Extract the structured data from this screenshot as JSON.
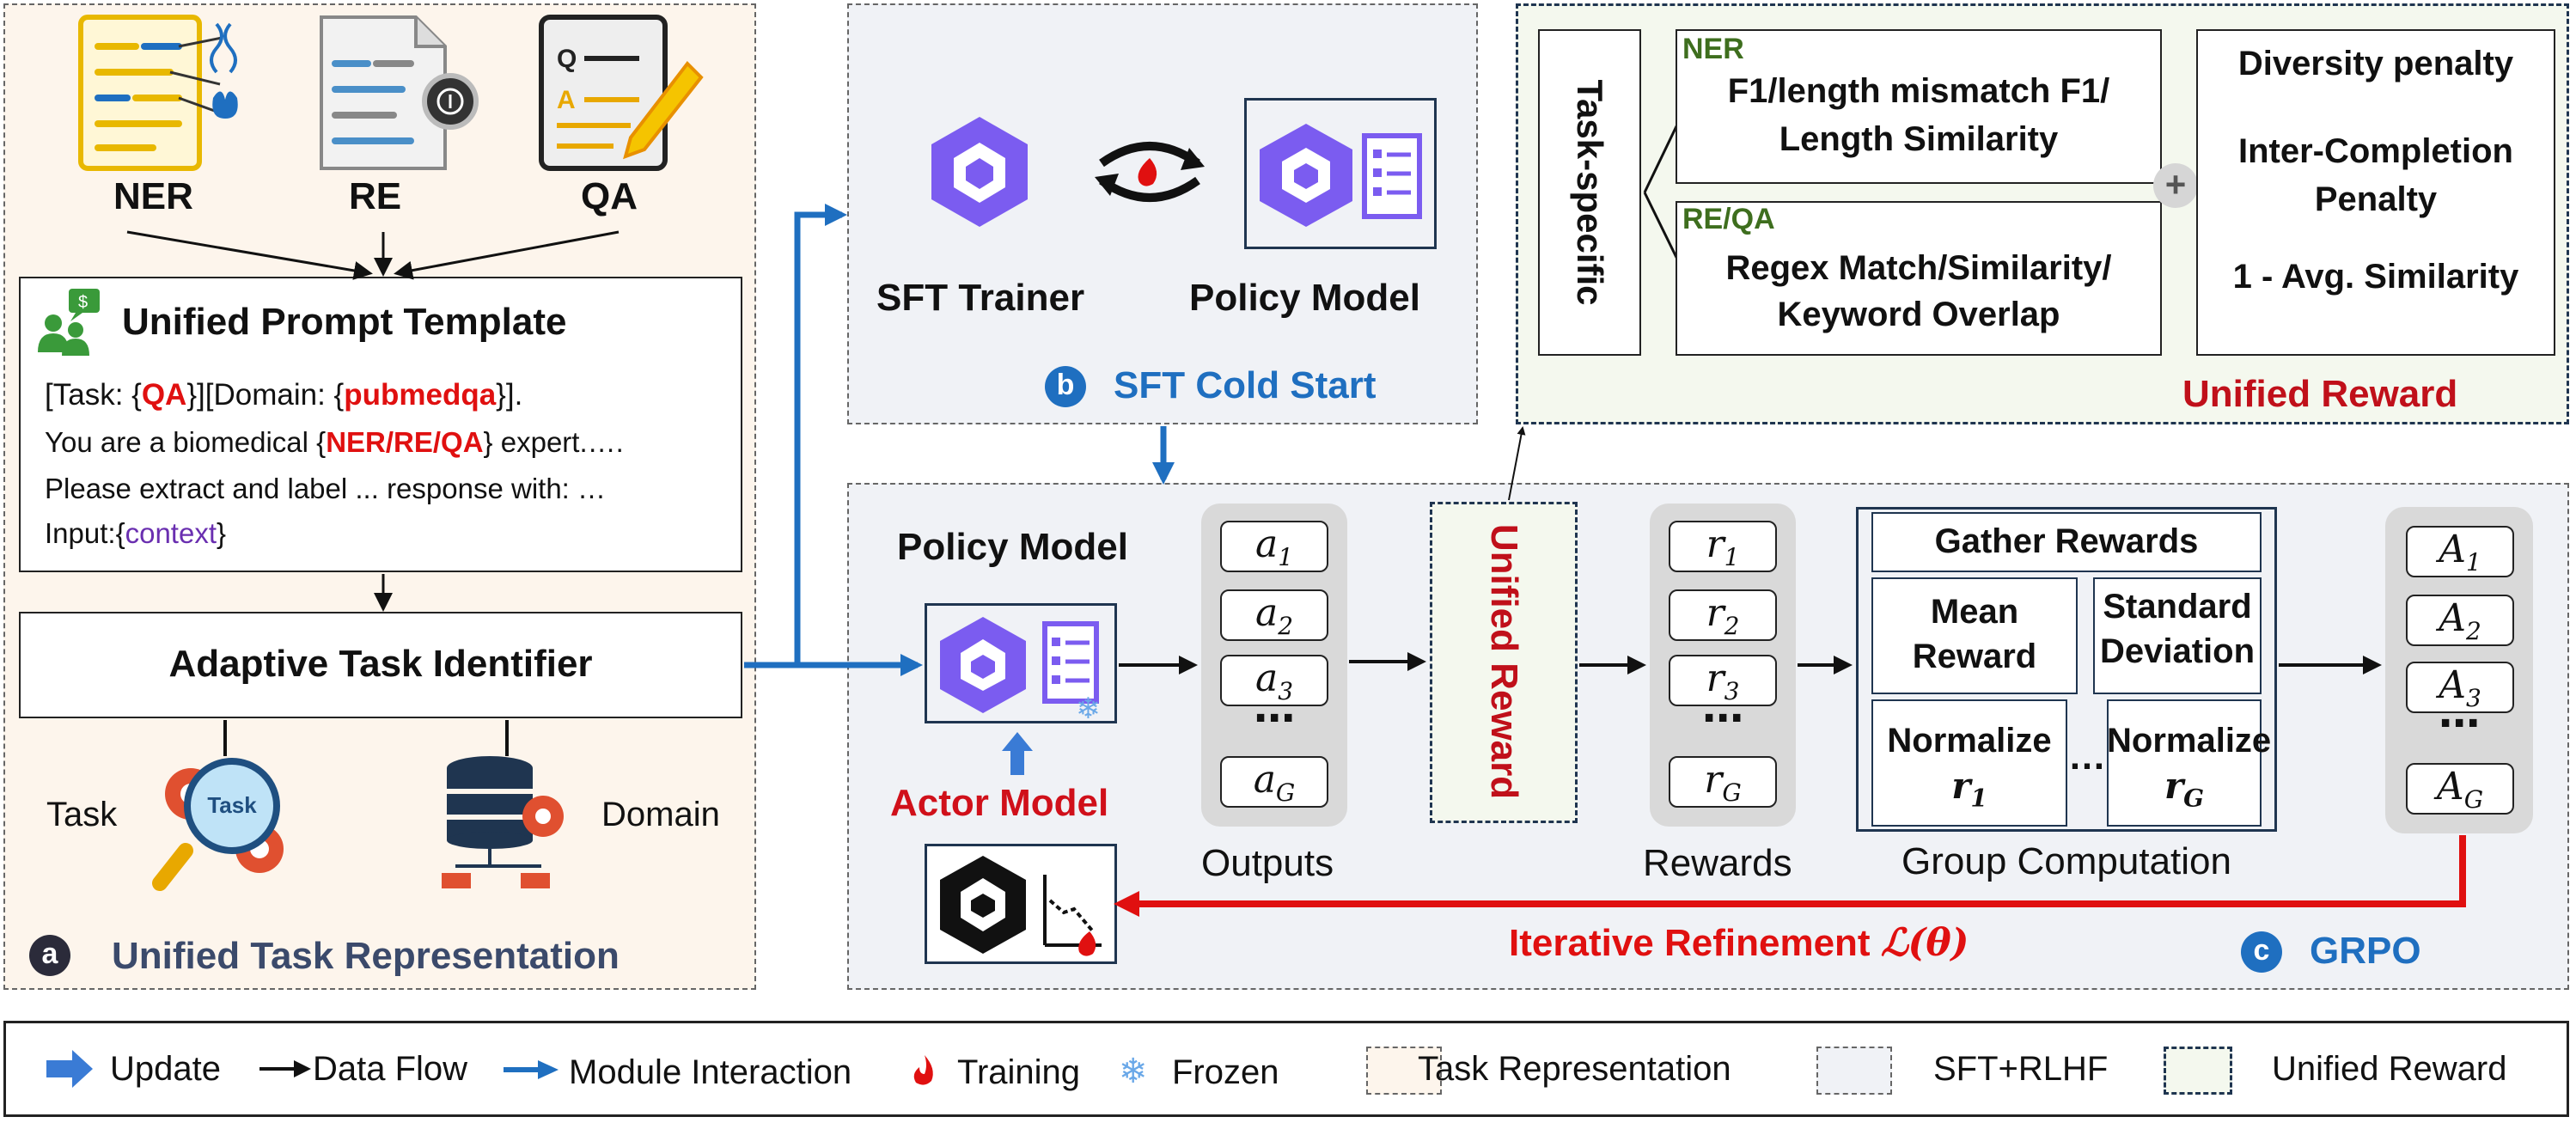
{
  "panel_a": {
    "badge": "a",
    "caption": "Unified Task Representation",
    "tasks": [
      "NER",
      "RE",
      "QA"
    ],
    "template": {
      "title": "Unified Prompt Template",
      "l1_a": "[Task: {",
      "l1_b": "QA",
      "l1_c": "}][Domain: {",
      "l1_d": "pubmedqa",
      "l1_e": "}].",
      "l2_a": "You are a biomedical {",
      "l2_b": "NER/RE/QA",
      "l2_c": "} expert.….",
      "l3": "Please extract and label ... response with: …",
      "l4_a": "Input:{",
      "l4_b": "context",
      "l4_c": "}"
    },
    "identifier": "Adaptive Task Identifier",
    "task_label": "Task",
    "task_icon_text": "Task",
    "domain_label": "Domain"
  },
  "panel_b": {
    "badge": "b",
    "caption": "SFT Cold Start",
    "trainer": "SFT Trainer",
    "policy": "Policy Model"
  },
  "panel_reward": {
    "task_specific": "Task-specific",
    "ner_tag": "NER",
    "ner_text_1": "F1/length mismatch F1/",
    "ner_text_2": "Length Similarity",
    "reqa_tag": "RE/QA",
    "reqa_text_1": "Regex Match/Similarity/",
    "reqa_text_2": "Keyword Overlap",
    "plus": "+",
    "diversity": "Diversity penalty",
    "inter_1": "Inter-Completion",
    "inter_2": "Penalty",
    "avg": "1 - Avg. Similarity",
    "caption": "Unified Reward"
  },
  "panel_c": {
    "badge": "c",
    "caption": "GRPO",
    "policy": "Policy Model",
    "actor": "Actor Model",
    "outputs_label": "Outputs",
    "outputs": [
      {
        "base": "a",
        "sub": "1"
      },
      {
        "base": "a",
        "sub": "2"
      },
      {
        "base": "a",
        "sub": "3"
      },
      {
        "base": "a",
        "sub": "G"
      }
    ],
    "unified_reward": "Unified Reward",
    "rewards_label": "Rewards",
    "rewards": [
      {
        "base": "r",
        "sub": "1"
      },
      {
        "base": "r",
        "sub": "2"
      },
      {
        "base": "r",
        "sub": "3"
      },
      {
        "base": "r",
        "sub": "G"
      }
    ],
    "gather": "Gather Rewards",
    "mean_1": "Mean",
    "mean_2": "Reward",
    "std_1": "Standard",
    "std_2": "Deviation",
    "norm": "Normalize",
    "norm_r1": "r",
    "norm_r1_sub": "1",
    "norm_rg": "r",
    "norm_rg_sub": "G",
    "ellipsis": "…",
    "group_label": "Group Computation",
    "advantages": [
      {
        "base": "A",
        "sub": "1"
      },
      {
        "base": "A",
        "sub": "2"
      },
      {
        "base": "A",
        "sub": "3"
      },
      {
        "base": "A",
        "sub": "G"
      }
    ],
    "dots": "⋯",
    "refine_a": "Iterative Refinement ",
    "refine_b": "ℒ(θ)"
  },
  "legend": {
    "update": "Update",
    "data_flow": "Data Flow",
    "module": "Module Interaction",
    "training": "Training",
    "frozen": "Frozen",
    "task_rep": "Task Representation",
    "sft": "SFT+RLHF",
    "unified": "Unified Reward"
  },
  "colors": {
    "red": "#e01010",
    "blue": "#1f6fc0",
    "purple": "#6a2fb0",
    "panel_a_bg": "#fdf5ec",
    "panel_bc_bg": "#f0f2f6",
    "reward_bg": "#f4f8ee"
  }
}
